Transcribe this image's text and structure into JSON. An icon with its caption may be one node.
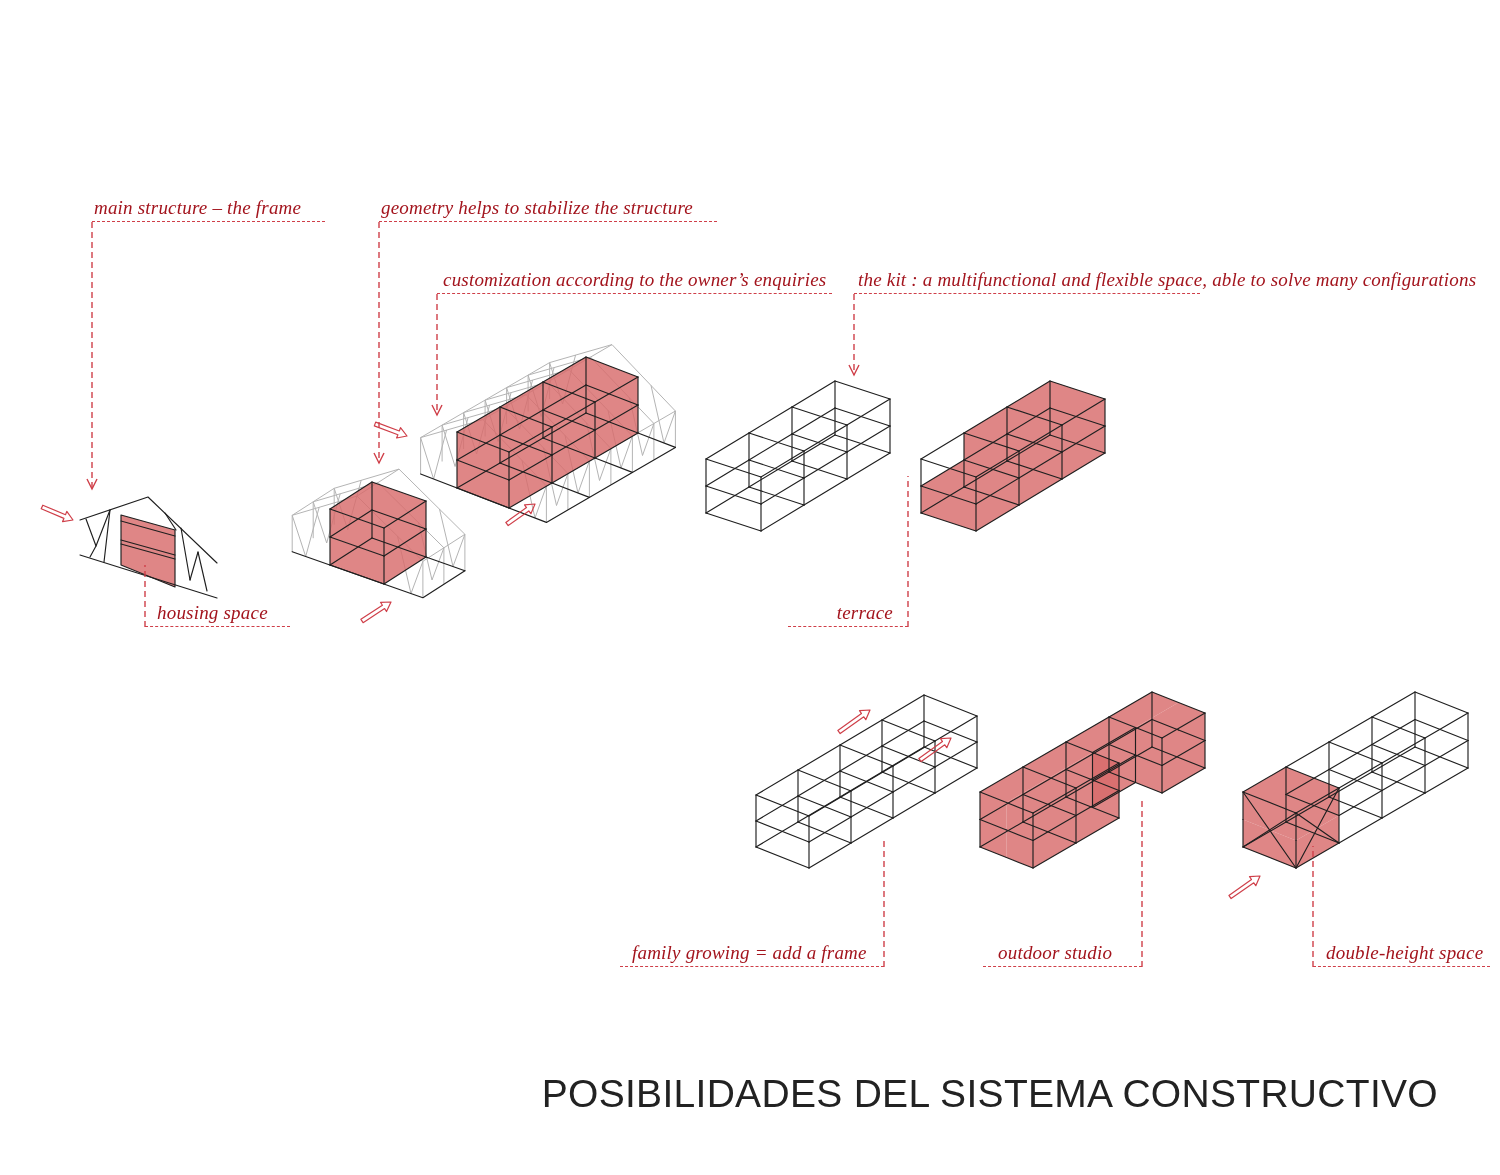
{
  "diagram": {
    "title": "POSIBILIDADES DEL SISTEMA CONSTRUCTIVO",
    "nodes": [
      {
        "text": [
          "main structure – the frame"
        ]
      },
      {
        "text": [
          "geometry helps to stabilize the structure"
        ]
      },
      {
        "text": [
          "customization according to the owner’s enquiries"
        ]
      },
      {
        "text": [
          "the kit : a multifunctional and flexible space, able to solve many configurations"
        ]
      },
      {
        "text": [],
        "shape": "picture"
      },
      {
        "text": [],
        "shape": "picture"
      },
      {
        "text": [],
        "shape": "picture"
      },
      {
        "text": [],
        "shape": "picture"
      },
      {
        "text": [],
        "shape": "picture"
      },
      {
        "text": [
          "housing space"
        ]
      },
      {
        "text": [
          "terrace"
        ]
      },
      {
        "text": [],
        "shape": "picture"
      },
      {
        "text": [],
        "shape": "picture"
      },
      {
        "text": [],
        "shape": "picture"
      },
      {
        "text": [
          "family growing = add a frame"
        ]
      },
      {
        "text": [
          "outdoor studio"
        ]
      },
      {
        "text": [
          "double-height space"
        ]
      }
    ],
    "edges": [
      {
        "from": 0,
        "to": 4,
        "arrow": "to",
        "style": "dashed"
      },
      {
        "from": 1,
        "to": 5,
        "arrow": "to",
        "style": "dashed"
      },
      {
        "from": 2,
        "to": 6,
        "arrow": "to",
        "style": "dashed"
      },
      {
        "from": 3,
        "to": 7,
        "arrow": "to",
        "style": "dashed"
      },
      {
        "from": 9,
        "to": 4,
        "arrow": "none",
        "style": "dashed"
      },
      {
        "from": 10,
        "to": 8,
        "arrow": "none",
        "style": "dashed"
      },
      {
        "from": 14,
        "to": 11,
        "arrow": "none",
        "style": "dashed"
      },
      {
        "from": 15,
        "to": 12,
        "arrow": "none",
        "style": "dashed"
      },
      {
        "from": 16,
        "to": 13,
        "arrow": "none",
        "style": "dashed"
      }
    ]
  }
}
